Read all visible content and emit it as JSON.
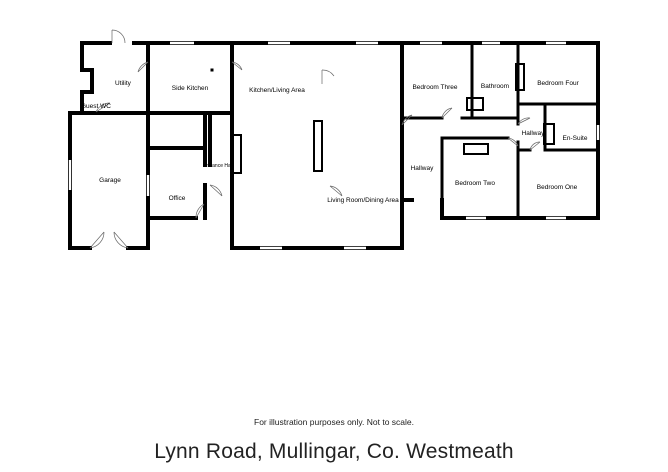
{
  "rooms": {
    "utility": "Utility",
    "side_kitchen": "Side Kitchen",
    "kitchen_living": "Kitchen/Living Area",
    "bedroom_three": "Bedroom Three",
    "bathroom": "Bathroom",
    "bedroom_four": "Bedroom Four",
    "guest_wc": "Guest WC",
    "garage": "Garage",
    "entrance_hall": "Entrance Hall",
    "office": "Office",
    "hallway_main": "Hallway",
    "living_dining": "Living Room/Dining Area",
    "bedroom_two": "Bedroom Two",
    "hallway_small": "Hallway",
    "en_suite": "En-Suite",
    "bedroom_one": "Bedroom One"
  },
  "footer": {
    "disclaimer": "For illustration purposes only. Not to scale.",
    "address": "Lynn Road, Mullingar, Co. Westmeath"
  }
}
